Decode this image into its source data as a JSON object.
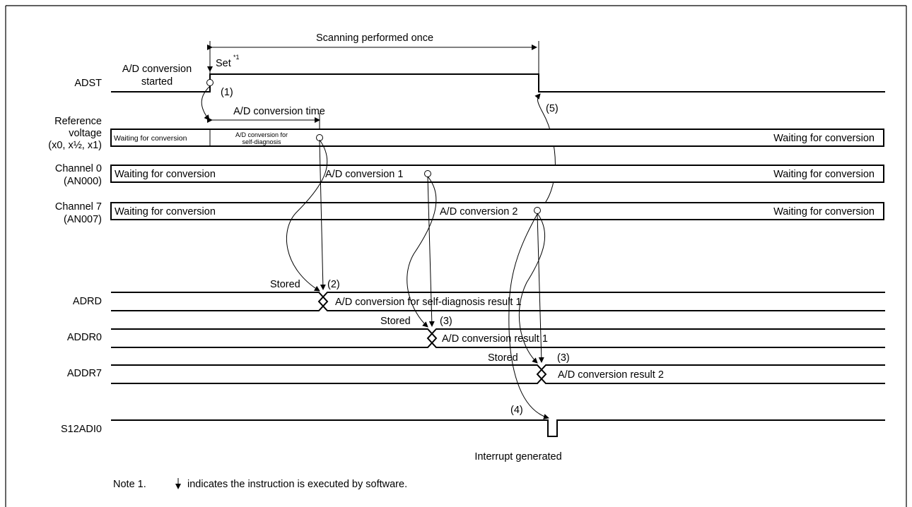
{
  "header": {
    "scan_label": "Scanning performed once",
    "set_label": "Set",
    "set_note": "*1",
    "adst_started": [
      "A/D conversion",
      "started"
    ],
    "conv_time_label": "A/D conversion time"
  },
  "signals": {
    "adst": "ADST",
    "ref_voltage": [
      "Reference",
      "voltage",
      "(x0, x½, x1)"
    ],
    "ch0": [
      "Channel 0",
      "(AN000)"
    ],
    "ch7": [
      "Channel 7",
      "(AN007)"
    ],
    "adrd": "ADRD",
    "addr0": "ADDR0",
    "addr7": "ADDR7",
    "s12adi0": "S12ADI0"
  },
  "bars": {
    "waiting": "Waiting for conversion",
    "self_diag": [
      "A/D conversion for",
      "self-diagnosis"
    ],
    "conv1": "A/D conversion 1",
    "conv2": "A/D conversion 2"
  },
  "results": {
    "adrd": "A/D conversion for self-diagnosis result 1",
    "addr0": "A/D conversion result 1",
    "addr7": "A/D conversion result 2",
    "stored": "Stored"
  },
  "steps": {
    "s1": "(1)",
    "s2": "(2)",
    "s3": "(3)",
    "s4": "(4)",
    "s5": "(5)"
  },
  "interrupt_label": "Interrupt generated",
  "note": {
    "prefix": "Note 1.",
    "text": "indicates the instruction is executed by software."
  }
}
